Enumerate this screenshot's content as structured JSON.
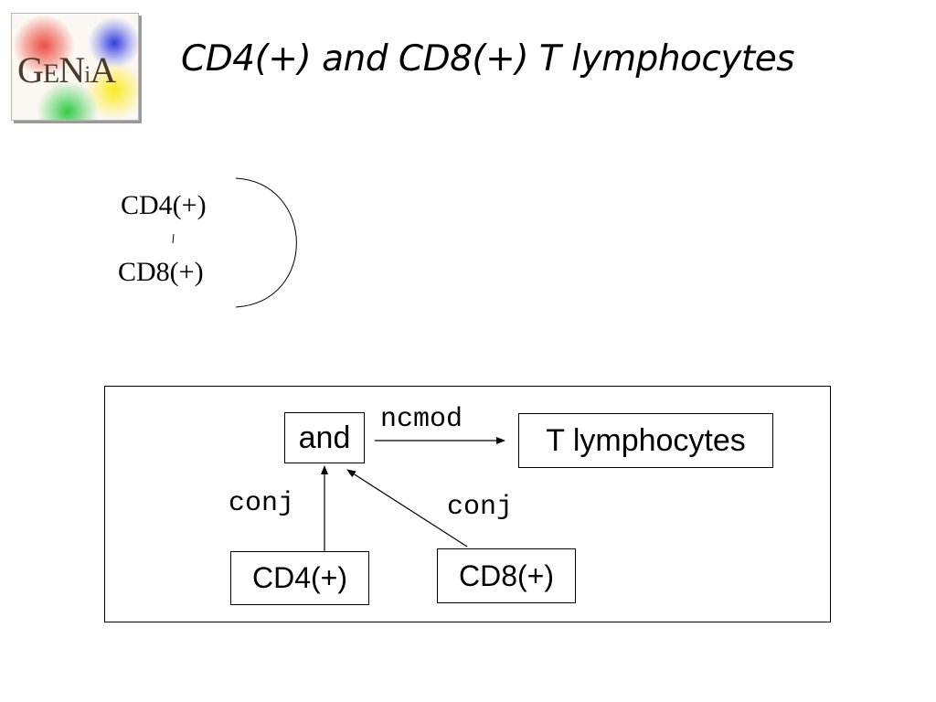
{
  "slide": {
    "title": "CD4(+) and CD8(+) T lymphocytes"
  },
  "logo": {
    "text": "GENiA",
    "parts": [
      "G",
      "E",
      "N",
      "i",
      "A"
    ]
  },
  "phrase": {
    "top_term": "CD4(+)",
    "bottom_term": "CD8(+)"
  },
  "graph": {
    "nodes": {
      "and": "and",
      "target": "T lymphocytes",
      "cd4": "CD4(+)",
      "cd8": "CD8(+)"
    },
    "edges": {
      "ncmod": "ncmod",
      "conj_left": "conj",
      "conj_right": "conj"
    }
  }
}
